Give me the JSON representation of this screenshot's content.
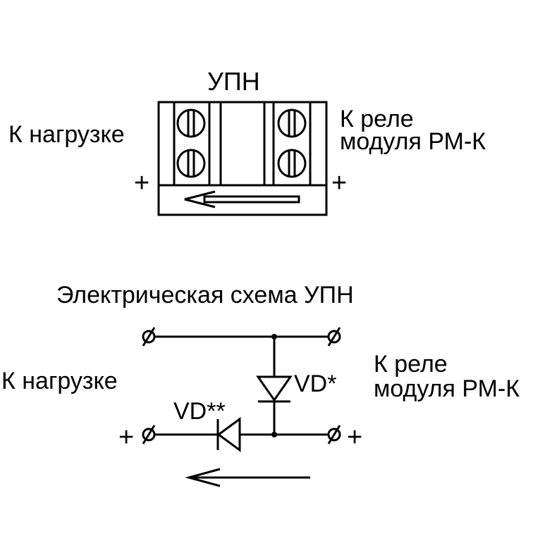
{
  "device": {
    "title": "УПН",
    "left_label": "К нагрузке",
    "right_label_line1": "К реле",
    "right_label_line2": "модуля РМ-К",
    "left_polarity": "+",
    "right_polarity": "+"
  },
  "schematic": {
    "title": "Электрическая схема УПН",
    "left_label": "К нагрузке",
    "right_label_line1": "К реле",
    "right_label_line2": "модуля РМ-К",
    "diode_vertical_label": "VD*",
    "diode_horizontal_label": "VD**",
    "left_polarity": "+",
    "right_polarity": "+"
  }
}
